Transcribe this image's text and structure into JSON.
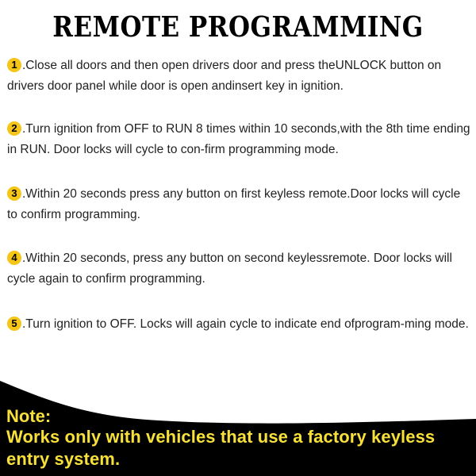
{
  "title": "REMOTE PROGRAMMING",
  "steps": [
    {
      "number": "1",
      "text": ".Close all doors and then open drivers door and press theUNLOCK button on drivers door panel while door is open andinsert key in ignition."
    },
    {
      "number": "2",
      "text": ".Turn ignition from OFF to RUN 8 times within 10 seconds,with the 8th time ending in RUN. Door locks will cycle to con-firm programming mode."
    },
    {
      "number": "3",
      "text": ".Within 20 seconds press any button on first keyless remote.Door locks will cycle to confirm programming."
    },
    {
      "number": "4",
      "text": ".Within 20 seconds, press any button on second keylessremote. Door locks will cycle again to confirm programming."
    },
    {
      "number": "5",
      "text": ".Turn ignition to OFF. Locks will again cycle to indicate end ofprogram-ming mode."
    }
  ],
  "note": {
    "label": "Note:",
    "text": "Works only with vehicles that use a factory keyless entry system."
  },
  "colors": {
    "badge": "#f5c518",
    "note_text": "#f7e03a",
    "footer_bg": "#000000"
  }
}
